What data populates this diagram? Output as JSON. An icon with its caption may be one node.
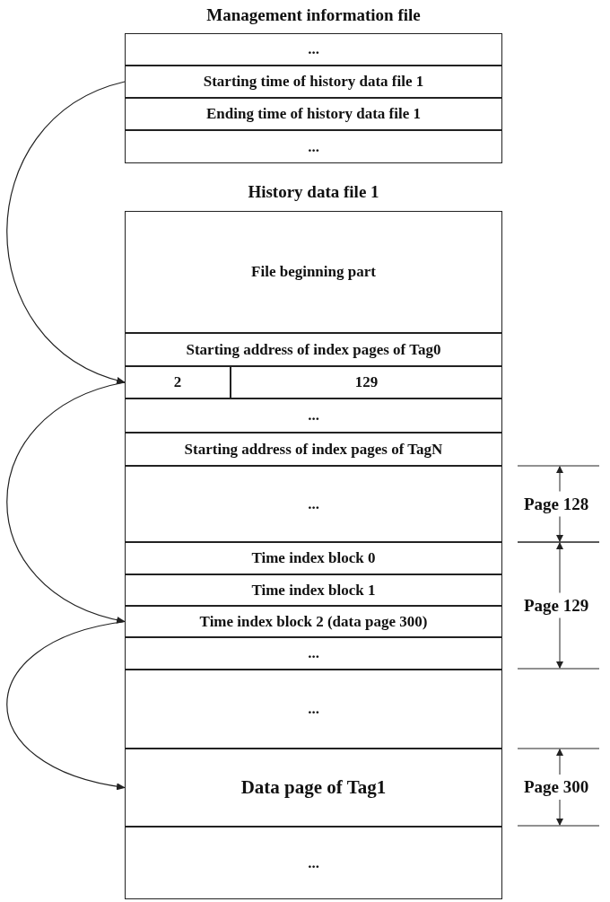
{
  "diagram": {
    "nodes": [
      {
        "text": [
          "Management information file"
        ]
      },
      {
        "text": [
          "..."
        ],
        "in": 0
      },
      {
        "text": [
          "Starting time of history data file 1"
        ],
        "in": 0
      },
      {
        "text": [
          "Ending time of history data file 1"
        ],
        "in": 0
      },
      {
        "text": [
          "..."
        ],
        "in": 0
      },
      {
        "text": [
          "History data file 1"
        ]
      },
      {
        "text": [
          "File beginning part"
        ],
        "in": 5
      },
      {
        "text": [
          "Starting address of index pages of Tag0"
        ],
        "in": 5
      },
      {
        "text": [
          "2"
        ],
        "in": 5
      },
      {
        "text": [
          "129"
        ],
        "in": 5
      },
      {
        "text": [
          "..."
        ],
        "in": 5
      },
      {
        "text": [
          "Starting address of index pages of TagN"
        ],
        "in": 5
      },
      {
        "text": [
          "..."
        ],
        "in": 5
      },
      {
        "text": [
          "Time index block 0"
        ],
        "in": 5
      },
      {
        "text": [
          "Time index block 1"
        ],
        "in": 5
      },
      {
        "text": [
          "Time index block 2 (data page 300)"
        ],
        "in": 5
      },
      {
        "text": [
          "..."
        ],
        "in": 5
      },
      {
        "text": [
          "..."
        ],
        "in": 5
      },
      {
        "text": [
          "Data page of Tag1"
        ],
        "in": 5
      },
      {
        "text": [
          "..."
        ],
        "in": 5
      }
    ],
    "edges": [
      {
        "from": 2,
        "to": 8,
        "arrow": "to"
      },
      {
        "from": 8,
        "to": 15,
        "arrow": "to"
      },
      {
        "from": 15,
        "to": 18,
        "arrow": "to"
      }
    ],
    "labels": [
      "Page 128",
      "Page 129",
      "Page 300"
    ]
  }
}
